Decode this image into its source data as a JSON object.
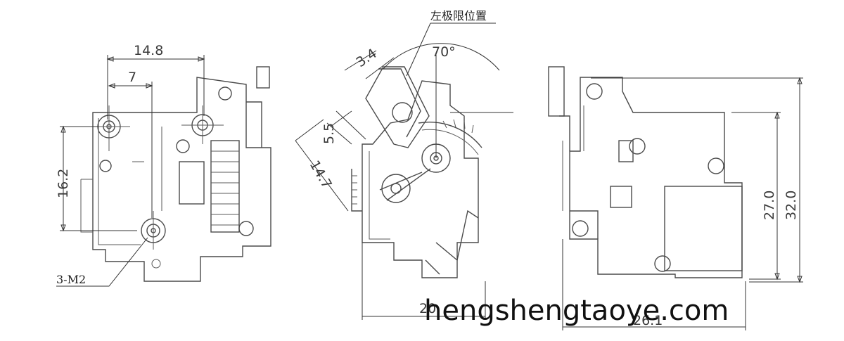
{
  "views": {
    "left": {
      "dims": {
        "width_top": "14.8",
        "offset": "7",
        "height_left": "16.2"
      },
      "note": "3-M2"
    },
    "middle": {
      "title": "左极限位置",
      "dims": {
        "angle": "70°",
        "small": "3.4",
        "slot": "5.5",
        "length": "14.7",
        "bottom": "20"
      }
    },
    "right": {
      "dims": {
        "height_inner": "27.0",
        "height_outer": "32.0",
        "bottom": "26.1"
      }
    }
  },
  "watermark": "hengshengtaoye.com"
}
